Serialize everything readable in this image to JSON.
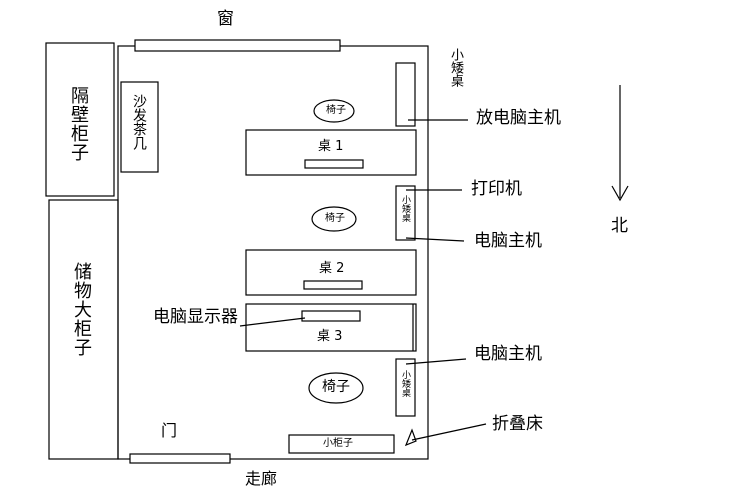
{
  "labels": {
    "window": "窗",
    "partition_cabinet": "隔壁柜子",
    "storage_cabinet": "储物大柜子",
    "sofa_table": "沙发茶几",
    "stool_top": "小矮桌",
    "chair1": "椅子",
    "chair2": "椅子",
    "chair3": "椅子",
    "desk1": "桌 1",
    "desk2": "桌 2",
    "desk3": "桌 3",
    "stool_mid": "小矮桌",
    "stool_bottom": "小矮桌",
    "small_cabinet": "小柜子",
    "door": "门",
    "corridor": "走廊",
    "host_place": "放电脑主机",
    "printer": "打印机",
    "host_mid": "电脑主机",
    "host_bottom": "电脑主机",
    "monitor": "电脑显示器",
    "folding_bed": "折叠床",
    "north": "北"
  },
  "colors": {
    "line": "#000000",
    "background": "#ffffff"
  }
}
